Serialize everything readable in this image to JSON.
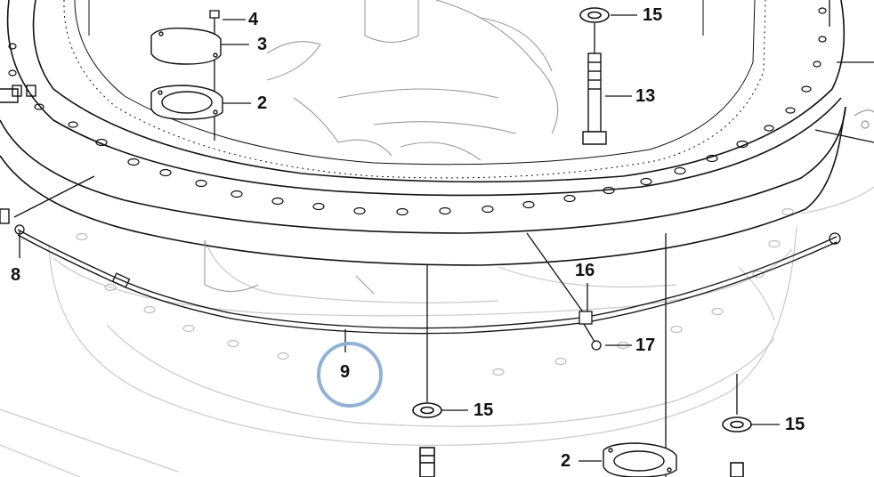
{
  "diagram": {
    "callouts": {
      "c4": "4",
      "c3": "3",
      "c2_top": "2",
      "c15_top": "15",
      "c13": "13",
      "c8": "8",
      "c16": "16",
      "c17": "17",
      "c9": "9",
      "c15_mid": "15",
      "c15_right": "15",
      "c2_bottom": "2"
    },
    "highlight_color": "#8fb2d6",
    "line_color": "#111111"
  }
}
